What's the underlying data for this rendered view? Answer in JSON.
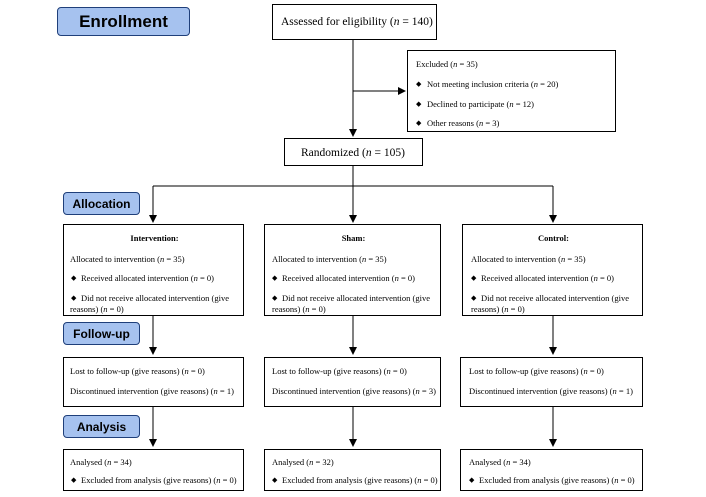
{
  "stages": {
    "enrollment": "Enrollment",
    "allocation": "Allocation",
    "follow_up": "Follow-up",
    "analysis": "Analysis"
  },
  "assessed": {
    "prefix": "Assessed for eligibility (",
    "n_label": "n",
    "suffix": " = 140)"
  },
  "excluded": {
    "title_prefix": "Excluded (",
    "title_n": "n",
    "title_suffix": " = 35)",
    "items": [
      {
        "prefix": "Not meeting inclusion criteria (",
        "n": "n",
        "suffix": " = 20)"
      },
      {
        "prefix": "Declined to participate (",
        "n": "n",
        "suffix": " = 12)"
      },
      {
        "prefix": "Other reasons (",
        "n": "n",
        "suffix": " = 3)"
      }
    ]
  },
  "randomized": {
    "prefix": "Randomized (",
    "n_label": "n",
    "suffix": " = 105)"
  },
  "bullet": "◆",
  "groups": [
    {
      "name": "Intervention:",
      "alloc_prefix": "Allocated to intervention (",
      "alloc_n": "n",
      "alloc_suffix": " = 35)",
      "recv_prefix": "Received allocated intervention (",
      "recv_n": "n",
      "recv_suffix": " = 0)",
      "notrecv_prefix": "Did not receive allocated intervention (give reasons) (",
      "notrecv_n": "n",
      "notrecv_suffix": " = 0)",
      "lost_prefix": "Lost to follow-up (give reasons) (",
      "lost_n": "n",
      "lost_suffix": " = 0)",
      "disc_prefix": "Discontinued intervention (give reasons) (",
      "disc_n": "n",
      "disc_suffix": " = 1)",
      "analysed_prefix": "Analysed (",
      "analysed_n": "n",
      "analysed_suffix": " = 34)",
      "excl_prefix": "Excluded from analysis (give reasons) (",
      "excl_n": "n",
      "excl_suffix": " = 0)"
    },
    {
      "name": "Sham:",
      "alloc_prefix": "Allocated to intervention (",
      "alloc_n": "n",
      "alloc_suffix": " = 35)",
      "recv_prefix": "Received allocated intervention (",
      "recv_n": "n",
      "recv_suffix": " = 0)",
      "notrecv_prefix": "Did not receive allocated intervention (give reasons) (",
      "notrecv_n": "n",
      "notrecv_suffix": " = 0)",
      "lost_prefix": "Lost to follow-up (give reasons) (",
      "lost_n": "n",
      "lost_suffix": " = 0)",
      "disc_prefix": "Discontinued intervention (give reasons) (",
      "disc_n": "n",
      "disc_suffix": " = 3)",
      "analysed_prefix": "Analysed (",
      "analysed_n": "n",
      "analysed_suffix": " = 32)",
      "excl_prefix": "Excluded from analysis (give reasons) (",
      "excl_n": "n",
      "excl_suffix": " = 0)"
    },
    {
      "name": "Control:",
      "alloc_prefix": "Allocated to intervention (",
      "alloc_n": "n",
      "alloc_suffix": " = 35)",
      "recv_prefix": "Received allocated intervention (",
      "recv_n": "n",
      "recv_suffix": " = 0)",
      "notrecv_prefix": "Did not receive allocated intervention (give reasons) (",
      "notrecv_n": "n",
      "notrecv_suffix": " = 0)",
      "lost_prefix": "Lost to follow-up (give reasons) (",
      "lost_n": "n",
      "lost_suffix": " = 0)",
      "disc_prefix": "Discontinued intervention (give reasons) (",
      "disc_n": "n",
      "disc_suffix": " = 1)",
      "analysed_prefix": "Analysed (",
      "analysed_n": "n",
      "analysed_suffix": " = 34)",
      "excl_prefix": "Excluded from analysis (give reasons) (",
      "excl_n": "n",
      "excl_suffix": " = 0)"
    }
  ]
}
